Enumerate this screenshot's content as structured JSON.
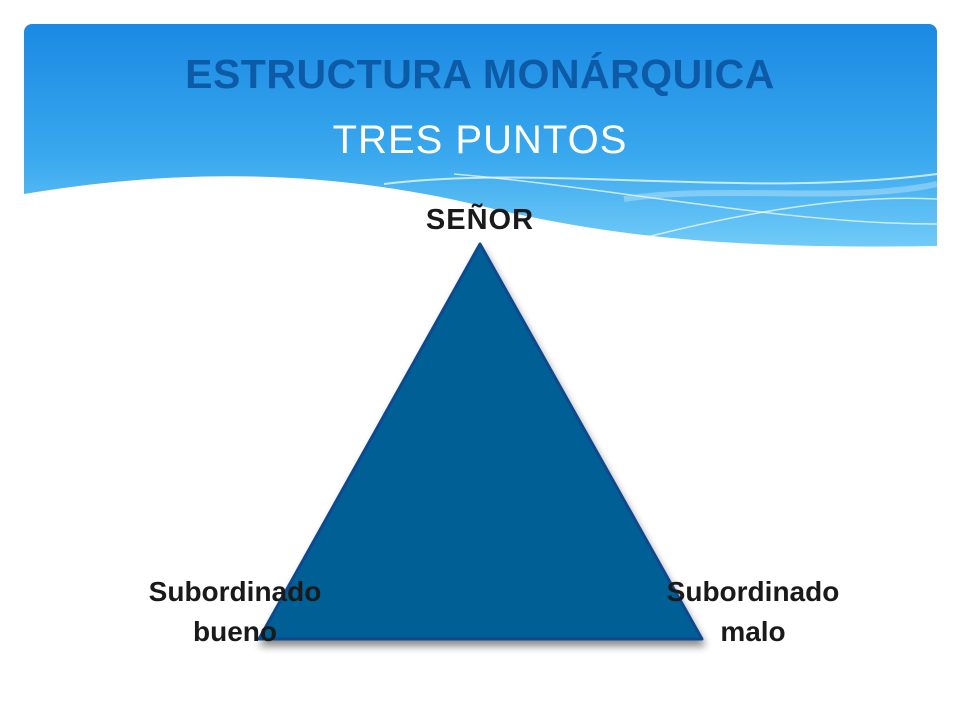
{
  "slide": {
    "title": "ESTRUCTURA MONÁRQUICA",
    "subtitle": "TRES PUNTOS"
  },
  "diagram": {
    "type": "triangle",
    "fill_color": "#065e94",
    "edge_color": "#0b4a8f",
    "vertices": {
      "top": {
        "label": "SEÑOR"
      },
      "bottom_left": {
        "line1": "Subordinado",
        "line2": "bueno"
      },
      "bottom_right": {
        "line1": "Subordinado",
        "line2": "malo"
      }
    }
  },
  "colors": {
    "title": "#0d5aa7",
    "subtitle": "#ffffff",
    "banner_top": "#1b8be4",
    "banner_bottom": "#5cc6f7"
  }
}
